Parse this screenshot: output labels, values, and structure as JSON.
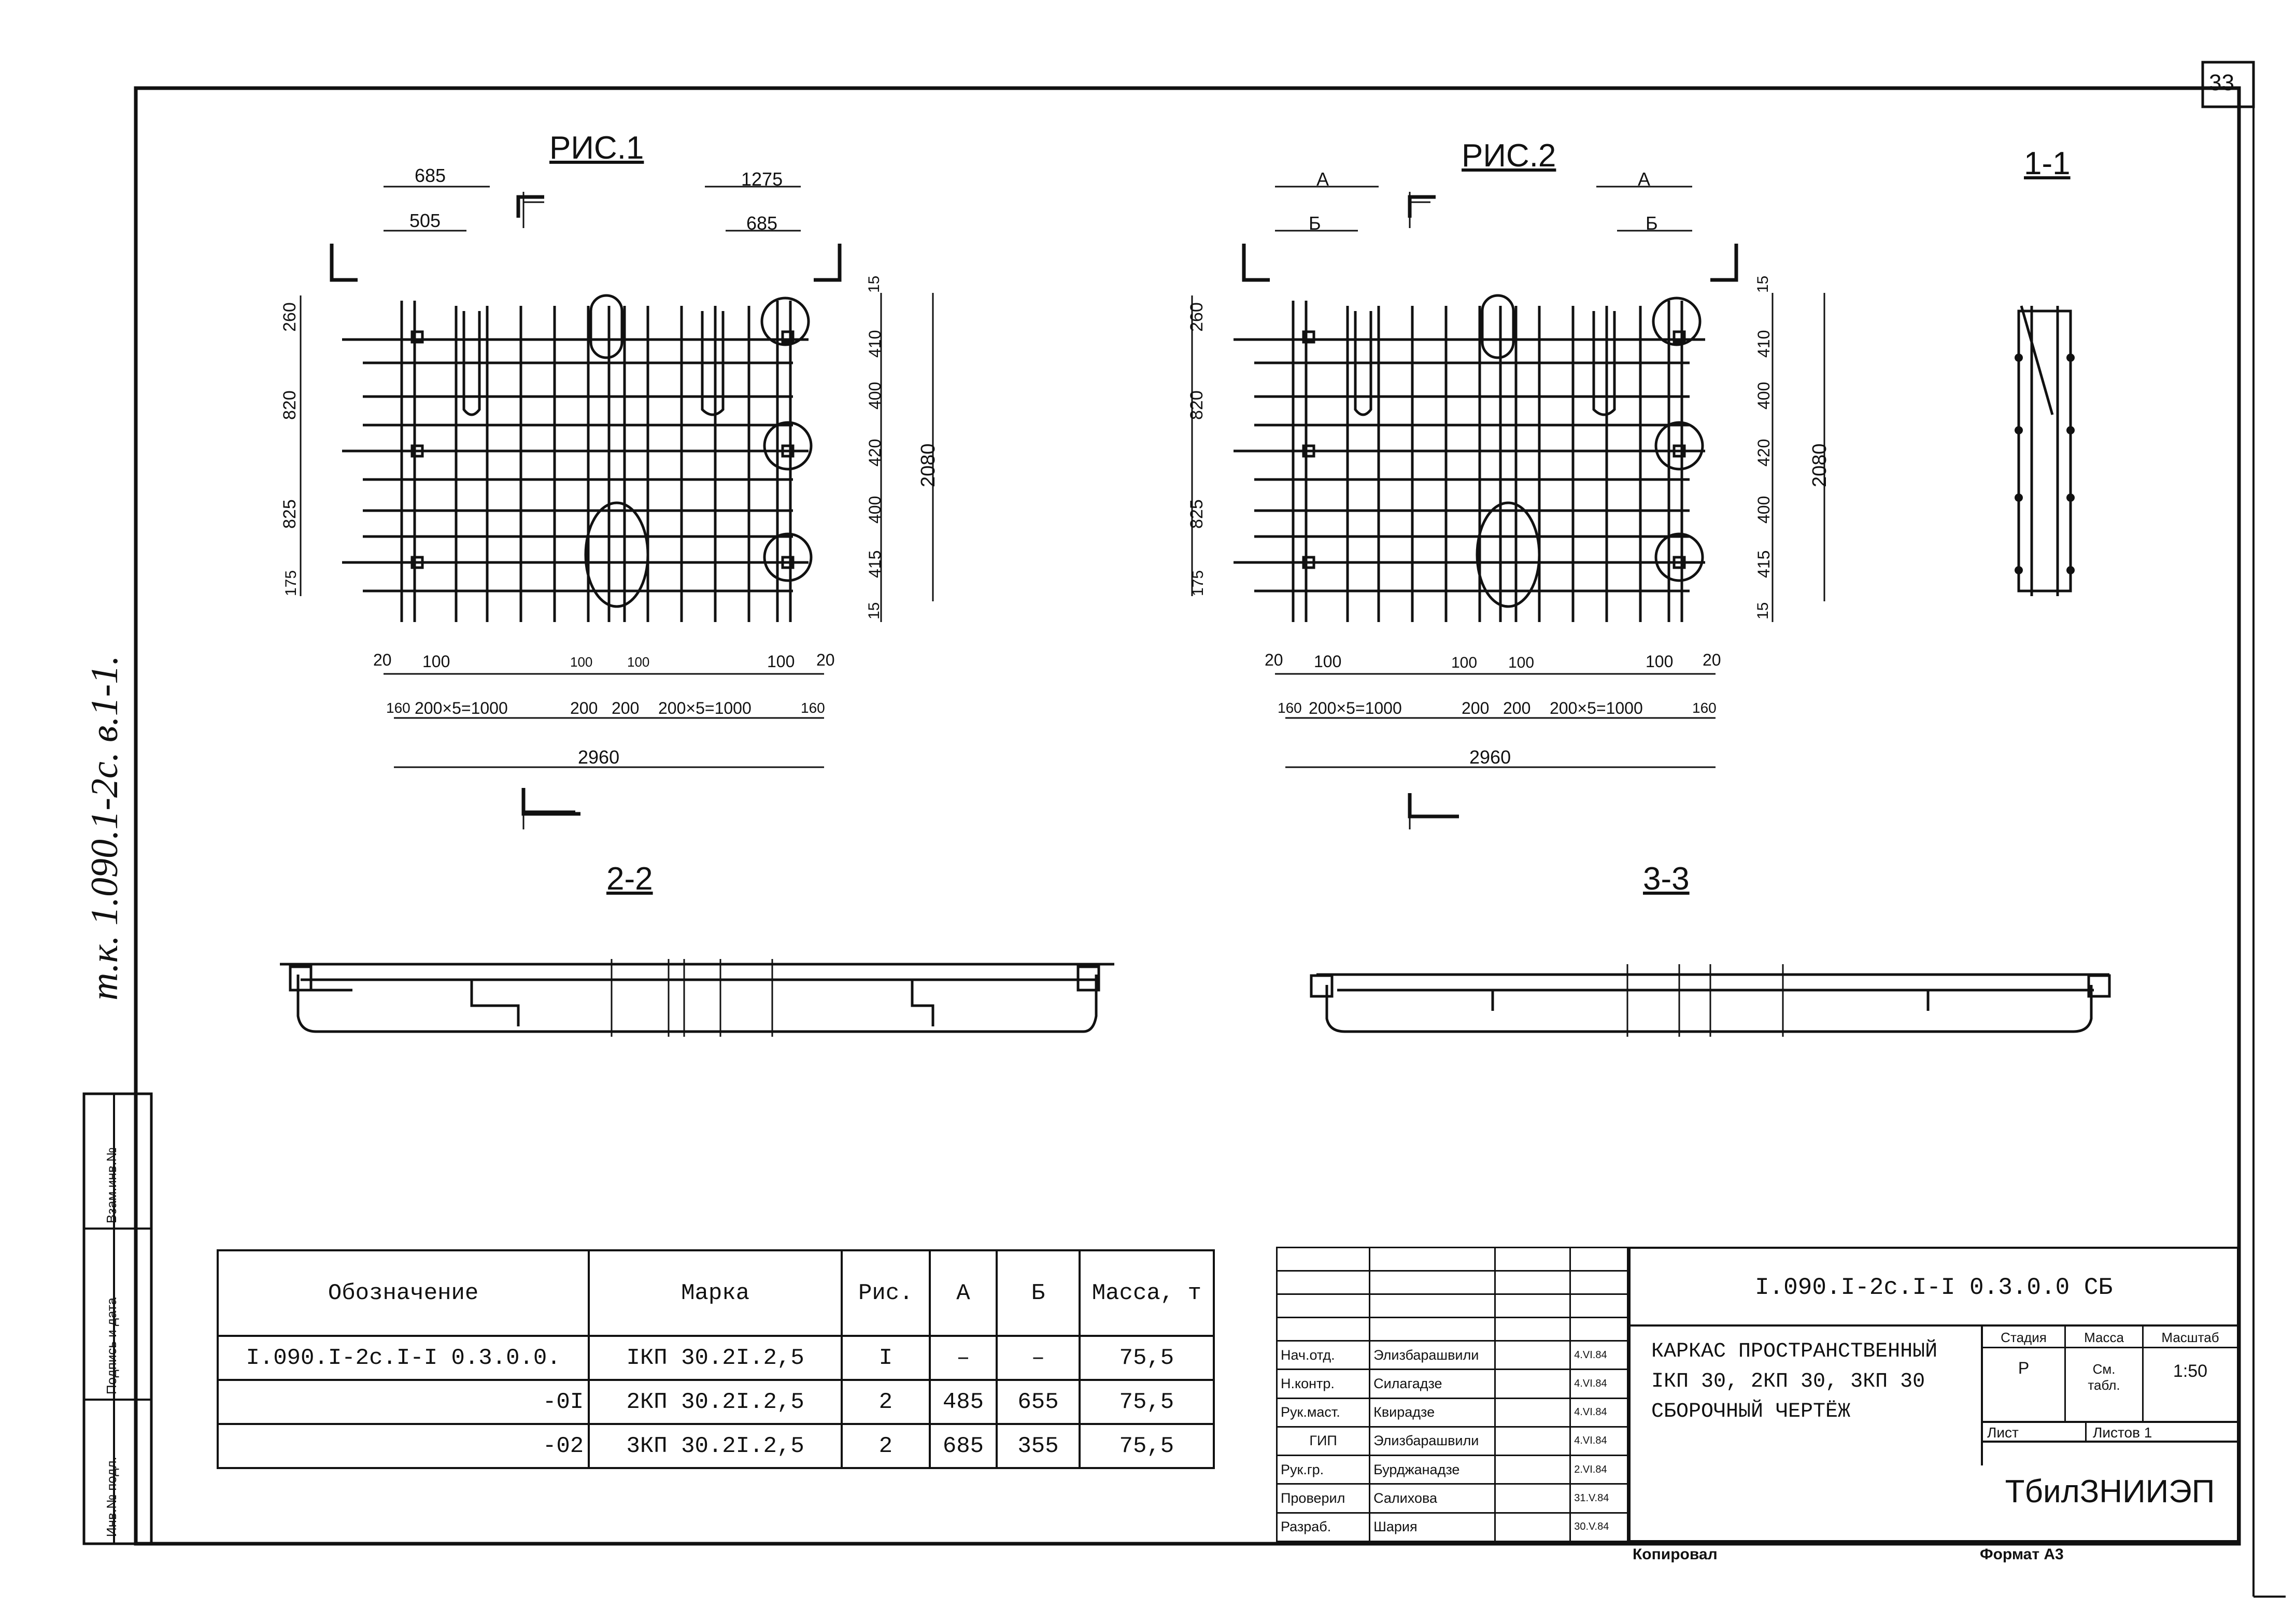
{
  "sheet": {
    "number": "33",
    "format": "Формат А3",
    "copied": "Копировал"
  },
  "side": {
    "doc_code": "т.к. 1.090.1-2с. в.1-1.",
    "cells": [
      "Инв.№ подл.",
      "Подпись и дата",
      "Взам.инв.№"
    ]
  },
  "figures": {
    "fig1": {
      "title": "РИС.1",
      "total": "2960"
    },
    "fig2": {
      "title": "РИС.2",
      "total": "2960"
    },
    "sec11": {
      "title": "1-1"
    },
    "sec22": {
      "title": "2-2"
    },
    "sec33": {
      "title": "3-3"
    }
  },
  "fig1_dims": {
    "top": [
      "685",
      "505",
      "1275",
      "685"
    ],
    "left": [
      "260",
      "820",
      "825",
      "175"
    ],
    "right": [
      "15",
      "410",
      "400",
      "420",
      "400",
      "415",
      "15"
    ],
    "overall_h": "2080",
    "bottom_row1": [
      "20",
      "100",
      "100",
      "100",
      "100",
      "20"
    ],
    "bottom_row2": [
      "160",
      "200×5=1000",
      "200",
      "200",
      "200×5=1000",
      "160"
    ]
  },
  "fig2_dims": {
    "top": [
      "А",
      "Б",
      "А",
      "Б"
    ],
    "left": [
      "260",
      "820",
      "825",
      "175"
    ],
    "right": [
      "15",
      "410",
      "400",
      "420",
      "400",
      "415",
      "15"
    ],
    "overall_h": "2080",
    "bottom_row1": [
      "20",
      "100",
      "100",
      "100",
      "100",
      "20"
    ],
    "bottom_row2": [
      "160",
      "200×5=1000",
      "200",
      "200",
      "200×5=1000",
      "160"
    ]
  },
  "spec_table": {
    "headers": [
      "Обозначение",
      "Марка",
      "Рис.",
      "А",
      "Б",
      "Масса, т"
    ],
    "rows": [
      [
        "I.090.I-2с.I-I 0.3.0.0.",
        "IКП 30.2I.2,5",
        "I",
        "–",
        "–",
        "75,5"
      ],
      [
        "-0I",
        "2КП 30.2I.2,5",
        "2",
        "485",
        "655",
        "75,5"
      ],
      [
        "-02",
        "3КП 30.2I.2,5",
        "2",
        "685",
        "355",
        "75,5"
      ]
    ]
  },
  "title_block": {
    "code": "I.090.I-2с.I-I 0.3.0.0 СБ",
    "name_lines": [
      "КАРКАС ПРОСТРАНСТВЕННЫЙ",
      "IКП 30, 2КП 30, 3КП 30",
      "СБОРОЧНЫЙ ЧЕРТЁЖ"
    ],
    "stage_label": "Стадия",
    "mass_label": "Масса",
    "scale_label": "Масштаб",
    "stage": "Р",
    "mass": "См. табл.",
    "scale": "1:50",
    "sheet_label": "Лист",
    "sheets_label": "Листов 1",
    "org": "ТбилЗНИИЭП",
    "people": [
      [
        "Нач.отд.",
        "Элизбарашвили",
        "4.VI.84"
      ],
      [
        "Н.контр.",
        "Силагадзе",
        "4.VI.84"
      ],
      [
        "Рук.маст.",
        "Квирадзе",
        "4.VI.84"
      ],
      [
        "ГИП",
        "Элизбарашвили",
        "4.VI.84"
      ],
      [
        "Рук.гр.",
        "Бурджанадзе",
        "2.VI.84"
      ],
      [
        "Проверил",
        "Салихова",
        "31.V.84"
      ],
      [
        "Разраб.",
        "Шария",
        "30.V.84"
      ]
    ]
  }
}
